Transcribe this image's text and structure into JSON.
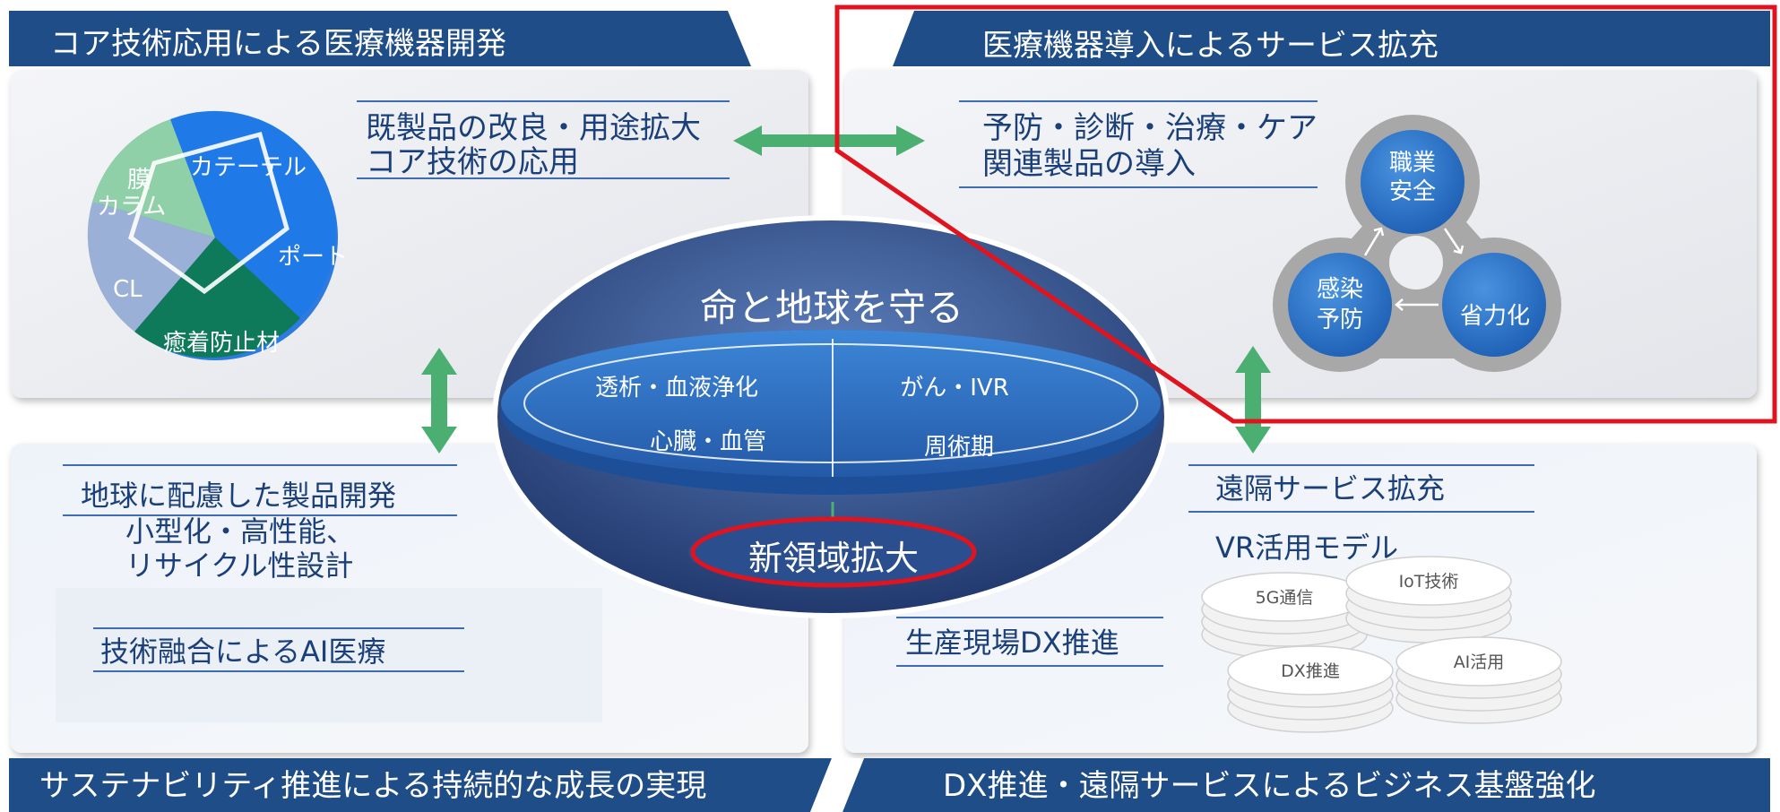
{
  "headers": {
    "top_left": "コア技術応用による医療機器開発",
    "top_right": "医療機器導入によるサービス拡充",
    "bottom_left": "サステナビリティ推進による持続的な成長の実現",
    "bottom_right": "DX推進・遠隔サービスによるビジネス基盤強化"
  },
  "top_left": {
    "text_line1": "既製品の改良・用途拡大",
    "text_line2": "コア技術の応用",
    "pie_labels": [
      "膜",
      "カラム",
      "カテーテル",
      "ポート",
      "癒着防止材",
      "CL"
    ]
  },
  "top_right": {
    "text_line1": "予防・診断・治療・ケア",
    "text_line2": "関連製品の導入",
    "cycle": {
      "top_line1": "職業",
      "top_line2": "安全",
      "left_line1": "感染",
      "left_line2": "予防",
      "right": "省力化"
    }
  },
  "center": {
    "title": "命と地球を守る",
    "q1": "透析・血液浄化",
    "q2": "がん・IVR",
    "q3": "心臓・血管",
    "q4": "周術期",
    "bottom": "新領域拡大"
  },
  "bottom_left": {
    "heading": "地球に配慮した製品開発",
    "line1": "小型化・高性能、",
    "line2": "リサイクル性設計",
    "ai": "技術融合によるAI医療"
  },
  "bottom_right": {
    "remote": "遠隔サービス拡充",
    "vr": "VR活用モデル",
    "dx_factory": "生産現場DX推進",
    "stacks": [
      "5G通信",
      "IoT技術",
      "DX推進",
      "AI活用"
    ]
  },
  "colors": {
    "header_bg": "#1f4d87",
    "accent_green": "#4caf72",
    "highlight_red": "#e0141e",
    "text_blue": "#1b3f78"
  }
}
